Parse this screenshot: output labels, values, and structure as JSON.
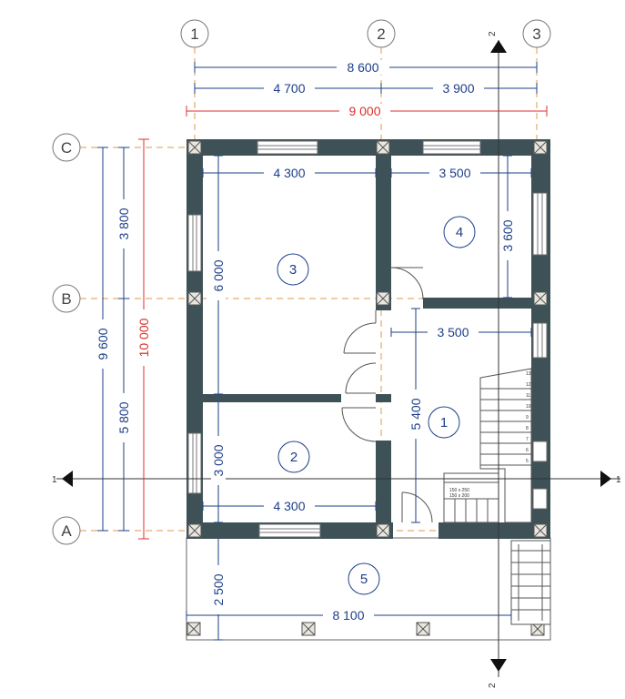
{
  "axes": {
    "columns": [
      "1",
      "2",
      "3"
    ],
    "rows": [
      "C",
      "B",
      "A"
    ]
  },
  "dimensions": {
    "top_total": "8 600",
    "top_left": "4 700",
    "top_right": "3 900",
    "top_outer": "9 000",
    "room3_width": "4 300",
    "room4_width": "3 500",
    "room4_height": "3 600",
    "hall_width": "3 500",
    "room3_height": "6 000",
    "room2_height": "3 000",
    "hall_height": "5 400",
    "room2_width": "4 300",
    "left_total": "9 600",
    "left_upper": "3 800",
    "left_lower": "5 800",
    "left_outer": "10 000",
    "terrace_depth": "2 500",
    "terrace_width": "8 100"
  },
  "rooms": [
    "1",
    "2",
    "3",
    "4",
    "5"
  ],
  "sections": {
    "section_1": "1",
    "section_2": "2"
  },
  "stairs": {
    "numbers": [
      "13",
      "12",
      "11",
      "10",
      "9",
      "8",
      "7",
      "6",
      "5"
    ],
    "note_line1": "150 x 250",
    "note_line2": "150 x 200"
  },
  "colors": {
    "wall": "#3e5157",
    "dimension": "#1d3f8a",
    "overall_dimension": "#d9302b",
    "axis_line": "#e09a4e"
  }
}
